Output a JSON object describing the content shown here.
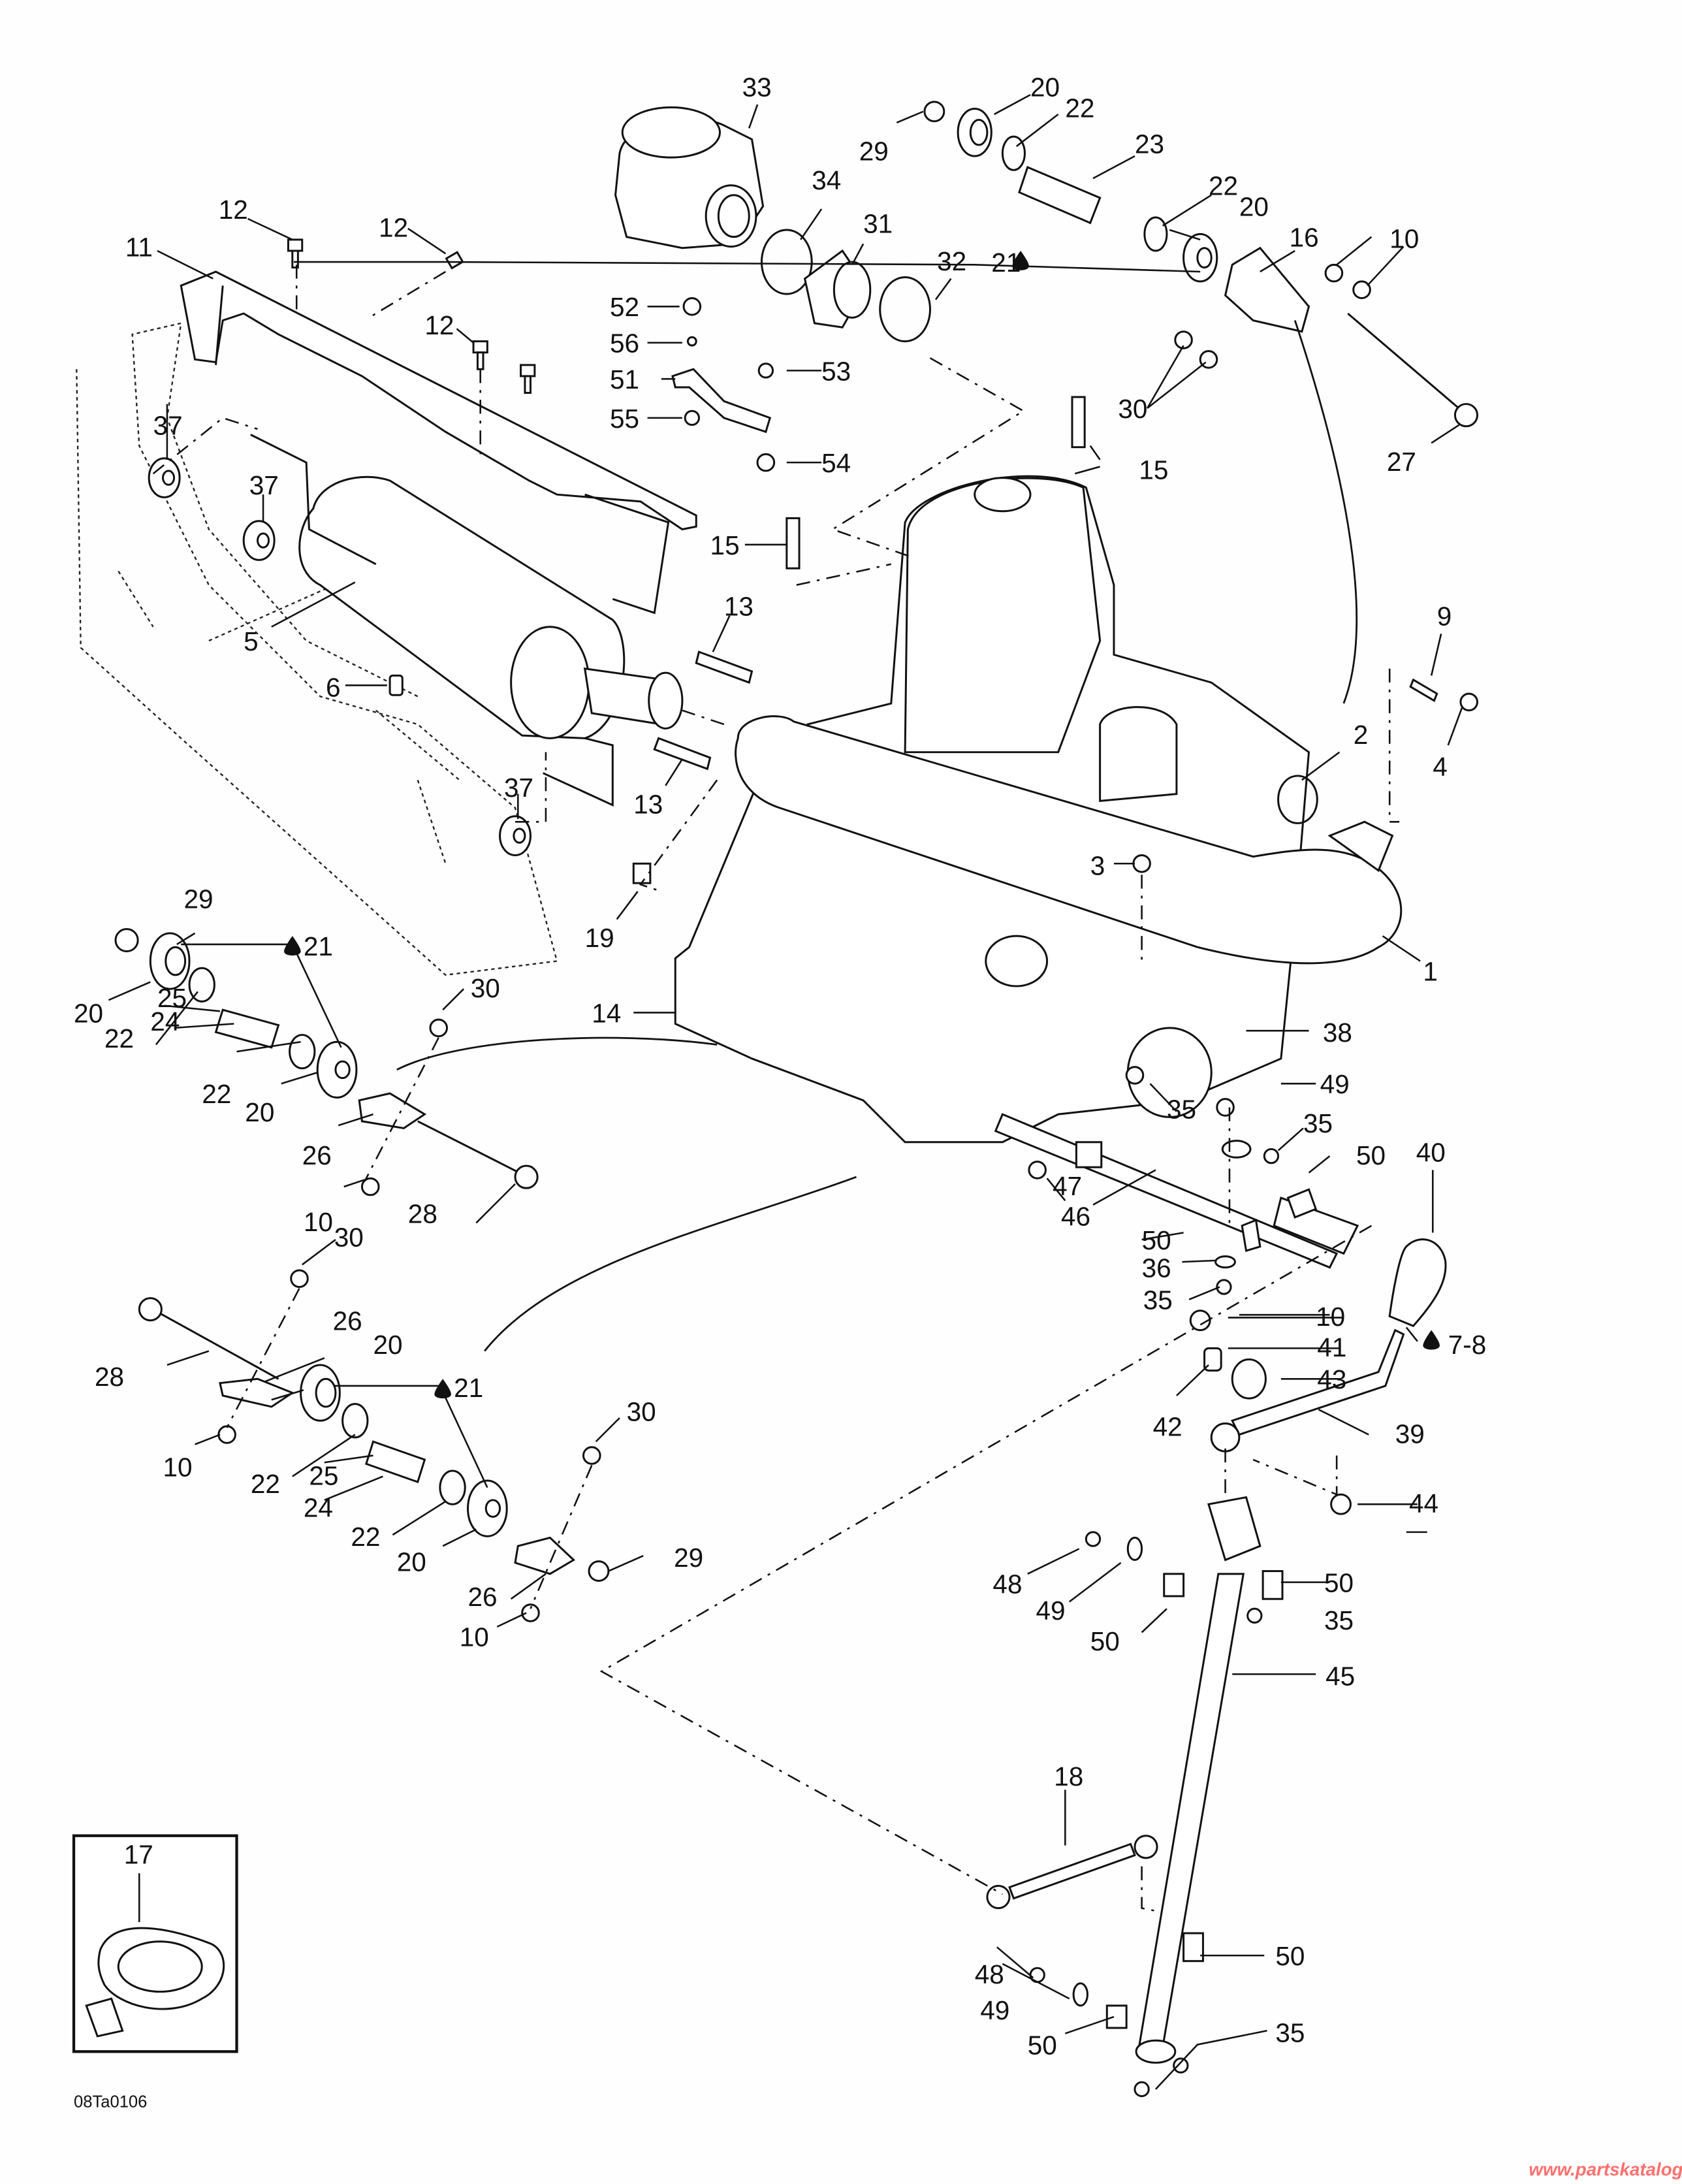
{
  "diagram": {
    "title": "Engine, Exhaust & Shift Linkage Exploded Parts Diagram",
    "reference_code": "08Ta0106",
    "watermark": "www.partskatalog.ru",
    "watermark_color": "#ff7070",
    "inset_label": "17",
    "callouts": [
      {
        "id": "1",
        "text": "1"
      },
      {
        "id": "2",
        "text": "2"
      },
      {
        "id": "3",
        "text": "3"
      },
      {
        "id": "4",
        "text": "4"
      },
      {
        "id": "5",
        "text": "5"
      },
      {
        "id": "6",
        "text": "6"
      },
      {
        "id": "7-8",
        "text": "7-8",
        "lubricant_mark": true
      },
      {
        "id": "9",
        "text": "9"
      },
      {
        "id": "10a",
        "text": "10"
      },
      {
        "id": "10b",
        "text": "10"
      },
      {
        "id": "10c",
        "text": "10"
      },
      {
        "id": "10d",
        "text": "10"
      },
      {
        "id": "10e",
        "text": "10"
      },
      {
        "id": "11",
        "text": "11"
      },
      {
        "id": "12a",
        "text": "12"
      },
      {
        "id": "12b",
        "text": "12"
      },
      {
        "id": "12c",
        "text": "12"
      },
      {
        "id": "13a",
        "text": "13"
      },
      {
        "id": "13b",
        "text": "13"
      },
      {
        "id": "14",
        "text": "14"
      },
      {
        "id": "15a",
        "text": "15"
      },
      {
        "id": "15b",
        "text": "15"
      },
      {
        "id": "16",
        "text": "16"
      },
      {
        "id": "18",
        "text": "18"
      },
      {
        "id": "19",
        "text": "19"
      },
      {
        "id": "20a",
        "text": "20"
      },
      {
        "id": "20b",
        "text": "20"
      },
      {
        "id": "20c",
        "text": "20"
      },
      {
        "id": "20d",
        "text": "20"
      },
      {
        "id": "20e",
        "text": "20"
      },
      {
        "id": "20f",
        "text": "20"
      },
      {
        "id": "21a",
        "text": "21",
        "lubricant_mark": true
      },
      {
        "id": "21b",
        "text": "21",
        "lubricant_mark": true
      },
      {
        "id": "21c",
        "text": "21",
        "lubricant_mark": true
      },
      {
        "id": "22a",
        "text": "22"
      },
      {
        "id": "22b",
        "text": "22"
      },
      {
        "id": "22c",
        "text": "22"
      },
      {
        "id": "22d",
        "text": "22"
      },
      {
        "id": "22e",
        "text": "22"
      },
      {
        "id": "22f",
        "text": "22"
      },
      {
        "id": "23",
        "text": "23"
      },
      {
        "id": "24a",
        "text": "24"
      },
      {
        "id": "24b",
        "text": "24"
      },
      {
        "id": "25a",
        "text": "25"
      },
      {
        "id": "25b",
        "text": "25"
      },
      {
        "id": "26a",
        "text": "26"
      },
      {
        "id": "26b",
        "text": "26"
      },
      {
        "id": "26c",
        "text": "26"
      },
      {
        "id": "27",
        "text": "27"
      },
      {
        "id": "28a",
        "text": "28"
      },
      {
        "id": "28b",
        "text": "28"
      },
      {
        "id": "29a",
        "text": "29"
      },
      {
        "id": "29b",
        "text": "29"
      },
      {
        "id": "29c",
        "text": "29"
      },
      {
        "id": "30a",
        "text": "30"
      },
      {
        "id": "30b",
        "text": "30"
      },
      {
        "id": "30c",
        "text": "30"
      },
      {
        "id": "30d",
        "text": "30"
      },
      {
        "id": "31",
        "text": "31"
      },
      {
        "id": "32",
        "text": "32"
      },
      {
        "id": "33",
        "text": "33"
      },
      {
        "id": "34",
        "text": "34"
      },
      {
        "id": "35a",
        "text": "35"
      },
      {
        "id": "35b",
        "text": "35"
      },
      {
        "id": "35c",
        "text": "35"
      },
      {
        "id": "35d",
        "text": "35"
      },
      {
        "id": "35e",
        "text": "35"
      },
      {
        "id": "36",
        "text": "36"
      },
      {
        "id": "37a",
        "text": "37"
      },
      {
        "id": "37b",
        "text": "37"
      },
      {
        "id": "37c",
        "text": "37"
      },
      {
        "id": "38",
        "text": "38"
      },
      {
        "id": "39",
        "text": "39"
      },
      {
        "id": "40",
        "text": "40"
      },
      {
        "id": "41",
        "text": "41"
      },
      {
        "id": "42",
        "text": "42"
      },
      {
        "id": "43",
        "text": "43"
      },
      {
        "id": "44",
        "text": "44"
      },
      {
        "id": "45",
        "text": "45"
      },
      {
        "id": "46",
        "text": "46"
      },
      {
        "id": "47",
        "text": "47"
      },
      {
        "id": "48a",
        "text": "48"
      },
      {
        "id": "48b",
        "text": "48"
      },
      {
        "id": "49a",
        "text": "49"
      },
      {
        "id": "49b",
        "text": "49"
      },
      {
        "id": "49c",
        "text": "49"
      },
      {
        "id": "50a",
        "text": "50"
      },
      {
        "id": "50b",
        "text": "50"
      },
      {
        "id": "50c",
        "text": "50"
      },
      {
        "id": "50d",
        "text": "50"
      },
      {
        "id": "50e",
        "text": "50"
      },
      {
        "id": "50f",
        "text": "50"
      },
      {
        "id": "51",
        "text": "51"
      },
      {
        "id": "52",
        "text": "52"
      },
      {
        "id": "53",
        "text": "53"
      },
      {
        "id": "54",
        "text": "54"
      },
      {
        "id": "55",
        "text": "55"
      },
      {
        "id": "56",
        "text": "56"
      }
    ]
  }
}
